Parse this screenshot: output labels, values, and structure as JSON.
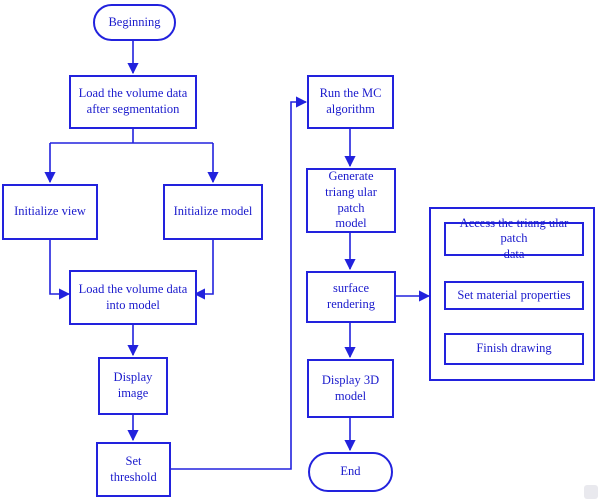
{
  "colors": {
    "stroke": "#2222dd",
    "text": "#1a1acc",
    "background": "#ffffff"
  },
  "nodes": {
    "beginning": "Beginning",
    "load_after_seg": "Load the volume data\nafter segmentation",
    "init_view": "Initialize  view",
    "init_model": "Initialize  model",
    "load_into_model": "Load the volume data\ninto model",
    "display_image": "Display\nimage",
    "set_threshold": "Set  threshold",
    "run_mc": "Run the MC\nalgorithm",
    "generate_patch": "Generate\ntriang ular patch\nmodel",
    "surface_rendering": "surface rendering",
    "display_3d": "Display 3D\nmodel",
    "end": "End",
    "access_patch": "Access the  triang ular patch\ndata",
    "set_material": "Set material properties",
    "finish_drawing": "Finish drawing"
  }
}
